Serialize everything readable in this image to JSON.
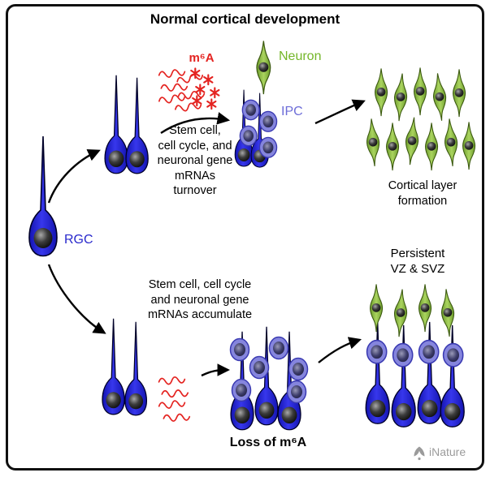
{
  "title": "Normal cortical development",
  "labels": {
    "m6a": "m⁶A",
    "neuron": "Neuron",
    "ipc": "IPC",
    "rgc": "RGC",
    "cortical_layer": "Cortical layer\nformation",
    "persistent_vz_svz": "Persistent\nVZ & SVZ",
    "loss_of_m6a": "Loss of m⁶A"
  },
  "notes": {
    "turnover": "Stem cell,\ncell cycle, and\nneuronal gene\nmRNAs\nturnover",
    "accumulate": "Stem cell, cell cycle\nand neuronal gene\nmRNAs accumulate"
  },
  "watermark": {
    "text": "iNature"
  },
  "colors": {
    "rgc_blue": "#2525d8",
    "ipc_purple": "#8585dd",
    "neuron_green": "#8fc045",
    "mrna_red": "#e42320",
    "label_neuron_green": "#74b629",
    "label_ipc_purple": "#6d6dd8",
    "label_rgc_blue": "#2828cc",
    "ink": "#000000",
    "watermark_gray": "#9b9b9b"
  }
}
